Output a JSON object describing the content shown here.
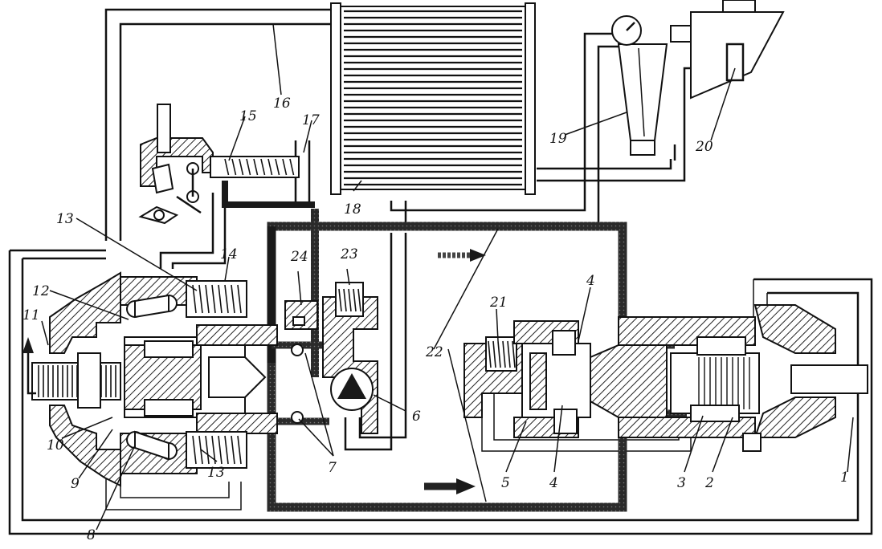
{
  "diagram": {
    "labels": [
      {
        "id": "1",
        "text": "1"
      },
      {
        "id": "2",
        "text": "2"
      },
      {
        "id": "3",
        "text": "3"
      },
      {
        "id": "4a",
        "text": "4"
      },
      {
        "id": "4b",
        "text": "4"
      },
      {
        "id": "5",
        "text": "5"
      },
      {
        "id": "6",
        "text": "6"
      },
      {
        "id": "7",
        "text": "7"
      },
      {
        "id": "8",
        "text": "8"
      },
      {
        "id": "9",
        "text": "9"
      },
      {
        "id": "10",
        "text": "10"
      },
      {
        "id": "11",
        "text": "11"
      },
      {
        "id": "12",
        "text": "12"
      },
      {
        "id": "13a",
        "text": "13"
      },
      {
        "id": "13b",
        "text": "13"
      },
      {
        "id": "14",
        "text": "14"
      },
      {
        "id": "15",
        "text": "15"
      },
      {
        "id": "16",
        "text": "16"
      },
      {
        "id": "17",
        "text": "17"
      },
      {
        "id": "18",
        "text": "18"
      },
      {
        "id": "19",
        "text": "19"
      },
      {
        "id": "20",
        "text": "20"
      },
      {
        "id": "21",
        "text": "21"
      },
      {
        "id": "22",
        "text": "22"
      },
      {
        "id": "23",
        "text": "23"
      },
      {
        "id": "24",
        "text": "24"
      }
    ]
  }
}
